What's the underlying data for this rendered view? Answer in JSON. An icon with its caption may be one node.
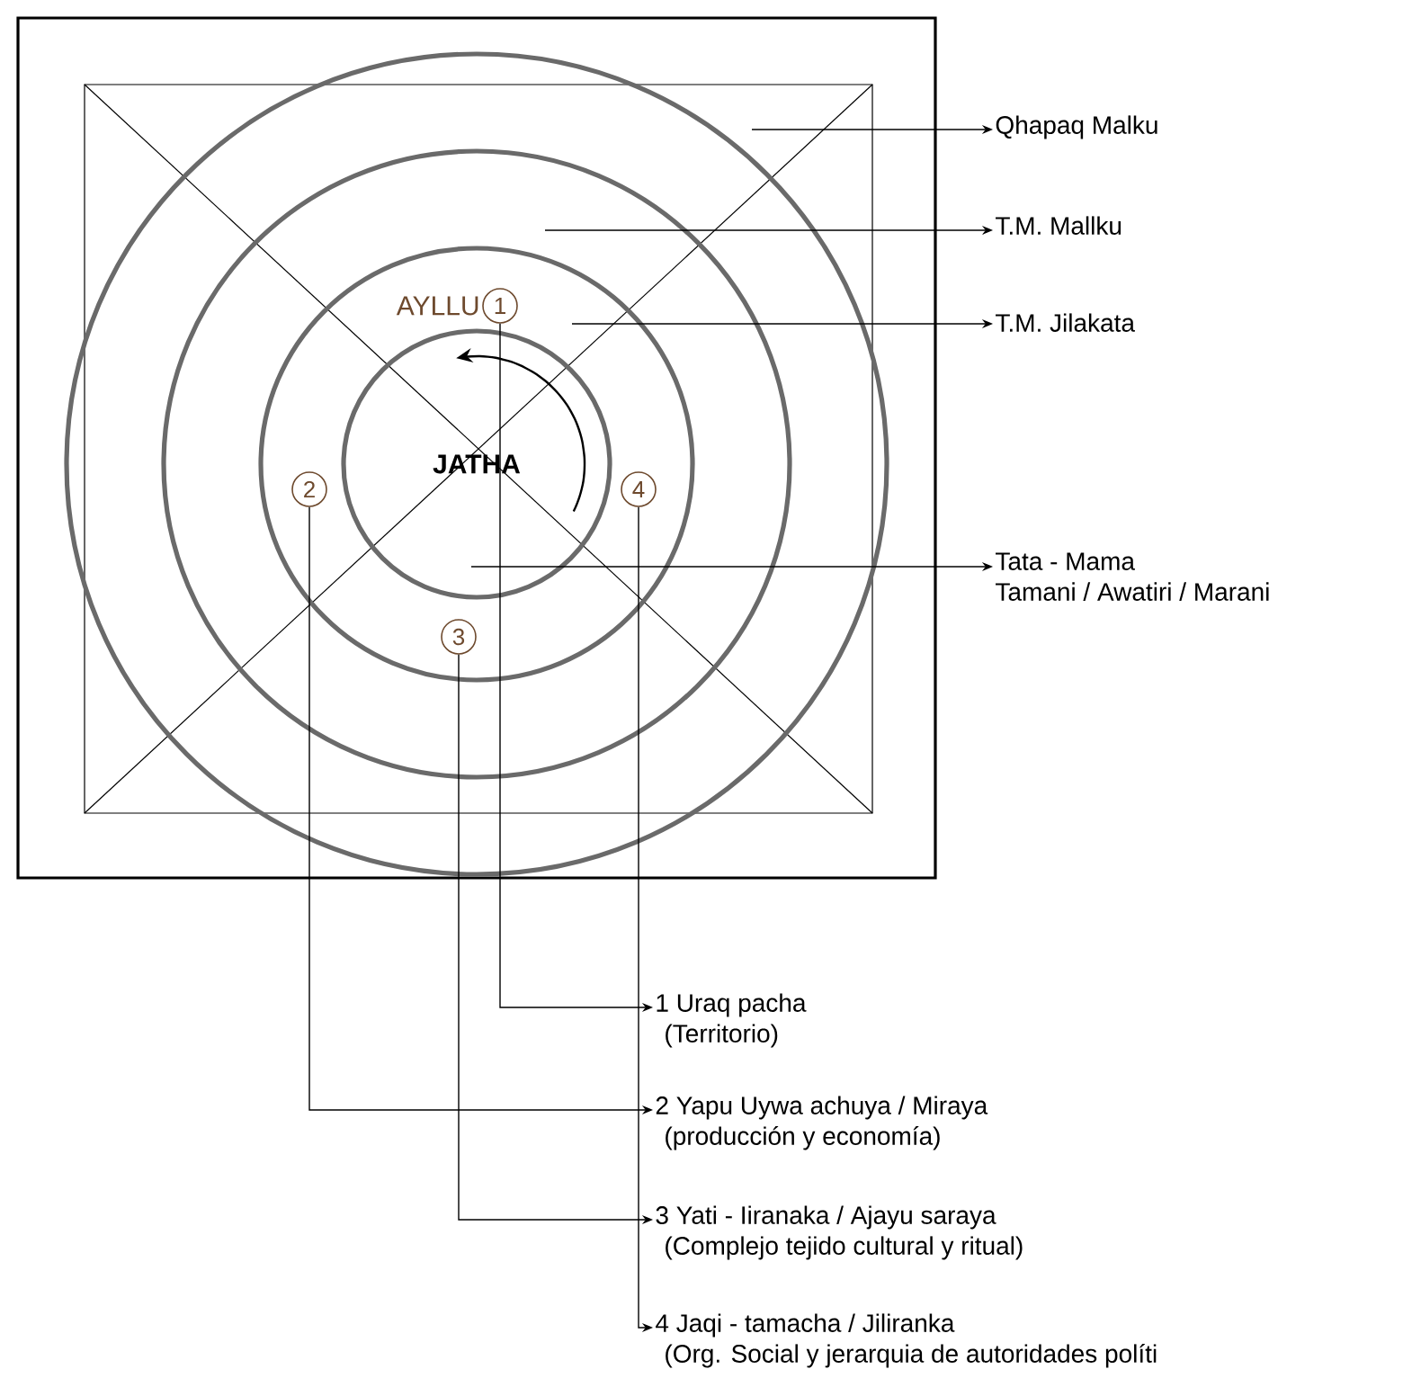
{
  "diagram": {
    "nodes": [
      {
        "text": [
          "Qhapaq Malku"
        ]
      },
      {
        "text": [
          "T.M. Mallku"
        ]
      },
      {
        "text": [
          "1"
        ]
      },
      {
        "text": [
          "T.M. Jilakata"
        ]
      },
      {
        "text": [
          "JATHA"
        ]
      },
      {
        "text": [
          "2"
        ]
      },
      {
        "text": [
          "4"
        ]
      },
      {
        "text": [
          "Tata - Mama",
          "Tamani / Awatiri / Marani"
        ]
      },
      {
        "text": [
          "3"
        ]
      },
      {
        "text": [
          "1 Uraq pacha",
          "(Territorio)"
        ]
      },
      {
        "text": [
          "2 Yapu Uywa achuya / Miraya",
          "(producción y economía)"
        ]
      },
      {
        "text": [
          "3 Yati - Iiranaka / Ajayu saraya",
          "(Complejo tejido cultural y ritual)"
        ]
      },
      {
        "text": [
          "4 Jaqi - tamacha / Jiliranka",
          "(Org. Social y jerarquia de autoridades políti"
        ]
      }
    ],
    "edges": [
      {
        "from": null,
        "to": 0,
        "arrow": "to"
      },
      {
        "from": null,
        "to": 1,
        "arrow": "to"
      },
      {
        "from": null,
        "to": 3,
        "arrow": "to"
      },
      {
        "from": 4,
        "to": 7,
        "arrow": "to"
      },
      {
        "from": 2,
        "to": 9,
        "arrow": "to"
      },
      {
        "from": 5,
        "to": 10,
        "arrow": "to"
      },
      {
        "from": 8,
        "to": 11,
        "arrow": "to"
      },
      {
        "from": 6,
        "to": 12,
        "arrow": "to"
      }
    ],
    "labels": [
      "AYLLU"
    ]
  }
}
